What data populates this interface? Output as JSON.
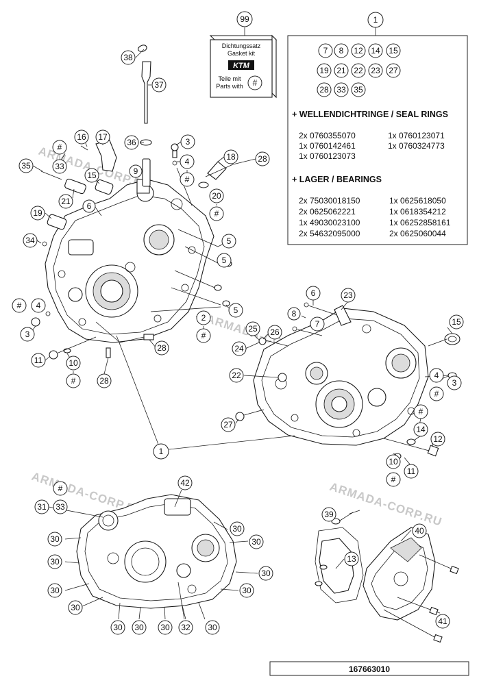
{
  "kit": {
    "callout": "99",
    "line1": "Dichtungssatz",
    "line2": "Gasket kit",
    "brand": "KTM",
    "line3": "Teile mit",
    "line4": "Parts with",
    "marker": "#"
  },
  "legend": {
    "callout": "1",
    "kit_members": [
      "7",
      "8",
      "12",
      "14",
      "15",
      "19",
      "21",
      "22",
      "23",
      "27",
      "28",
      "33",
      "35"
    ],
    "seal_rings": {
      "heading": "+ WELLENDICHTRINGE / SEAL RINGS",
      "left": [
        "2x 0760355070",
        "1x 0760142461",
        "1x 0760123073"
      ],
      "right": [
        "1x 0760123071",
        "1x 0760324773"
      ]
    },
    "bearings": {
      "heading": "+ LAGER  / BEARINGS",
      "left": [
        "2x 75030018150",
        "2x 0625062221",
        "1x 49030023100",
        "2x 54632095000"
      ],
      "right": [
        "1x 0625618050",
        "1x 0618354212",
        "1x 06252858161",
        "2x 0625060044"
      ]
    }
  },
  "watermark": "ARMADA-CORP.RU",
  "reference": "167663010",
  "callouts": {
    "c38": "38",
    "c37": "37",
    "c36": "36",
    "c9": "9",
    "c16": "16",
    "c17": "17",
    "c33a": "33",
    "c35": "35",
    "c15a": "15",
    "c21": "21",
    "c6a": "6",
    "c19": "19",
    "c34": "34",
    "c3a": "3",
    "c4a": "4",
    "c18": "18",
    "c28a": "28",
    "c20": "20",
    "c5a": "5",
    "c5b": "5",
    "c5c": "5",
    "c2": "2",
    "c28b": "28",
    "c4b": "4",
    "c3b": "3",
    "c11a": "11",
    "c10a": "10",
    "c28c": "28",
    "c1": "1",
    "c6b": "6",
    "c8": "8",
    "c7": "7",
    "c23": "23",
    "c25": "25",
    "c26": "26",
    "c24": "24",
    "c22": "22",
    "c15b": "15",
    "c4c": "4",
    "c3c": "3",
    "c27": "27",
    "c14": "14",
    "c12": "12",
    "c10b": "10",
    "c11b": "11",
    "c31": "31",
    "c33b": "33",
    "c42": "42",
    "c30": "30",
    "c32": "32",
    "c39": "39",
    "c40": "40",
    "c13": "13",
    "c41": "41",
    "hash": "#"
  }
}
